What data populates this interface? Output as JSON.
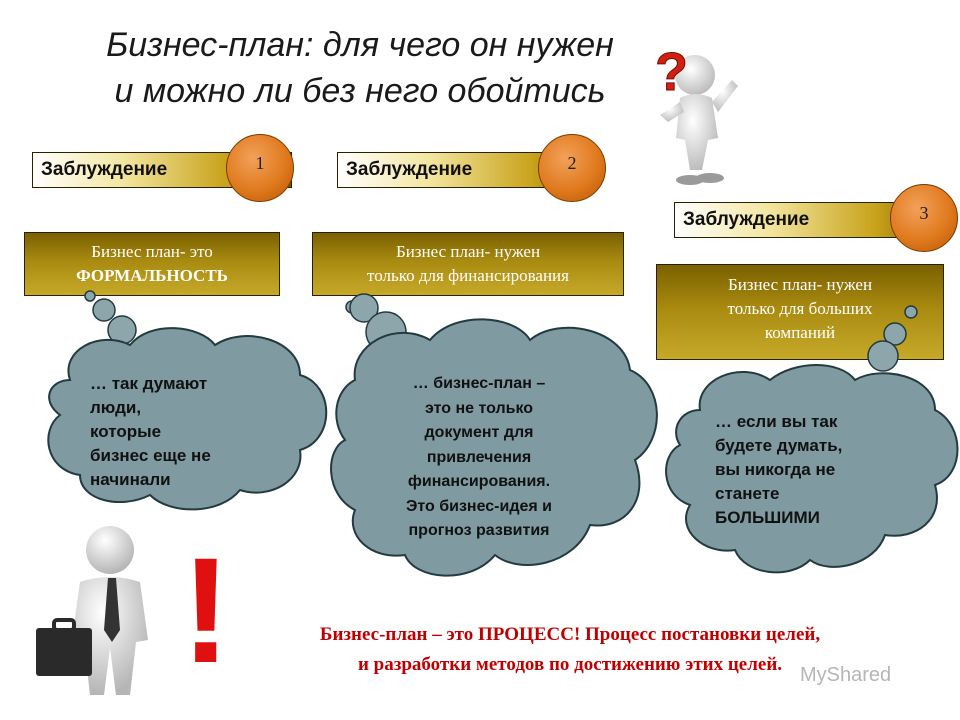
{
  "title": {
    "line1": "Бизнес-план: для чего он нужен",
    "line2": "и можно ли без него обойтись"
  },
  "misconceptions": [
    {
      "label": "Заблуждение",
      "number": "1",
      "box_lines": [
        "Бизнес план- это",
        "ФОРМАЛЬНОСТЬ"
      ],
      "cloud_lines": [
        "… так думают",
        "люди,",
        "которые",
        "бизнес еще не",
        "начинали"
      ]
    },
    {
      "label": "Заблуждение",
      "number": "2",
      "box_lines": [
        "Бизнес план- нужен",
        "только для финансирования"
      ],
      "cloud_lines": [
        "… бизнес-план –",
        "это не только",
        "документ для",
        "привлечения",
        "финансирования.",
        "Это бизнес-идея и",
        "прогноз развития"
      ]
    },
    {
      "label": "Заблуждение",
      "number": "3",
      "box_lines": [
        "Бизнес план- нужен",
        "только для больших",
        "компаний"
      ],
      "cloud_lines": [
        "… если вы так",
        "будете думать,",
        "вы никогда не",
        "станете",
        "БОЛЬШИМИ"
      ]
    }
  ],
  "exclamation": "!",
  "conclusion": {
    "line1": "Бизнес-план – это ПРОЦЕСС! Процесс постановки целей,",
    "line2": "и разработки методов по достижению этих целей."
  },
  "watermark": "MyShared",
  "colors": {
    "bar_gold": "#c8a21a",
    "box_gold": "#a88a10",
    "circle_orange": "#e07a1e",
    "cloud_gray": "#7f9aa0",
    "accent_red": "#e01010",
    "conclusion_red": "#c00000"
  }
}
